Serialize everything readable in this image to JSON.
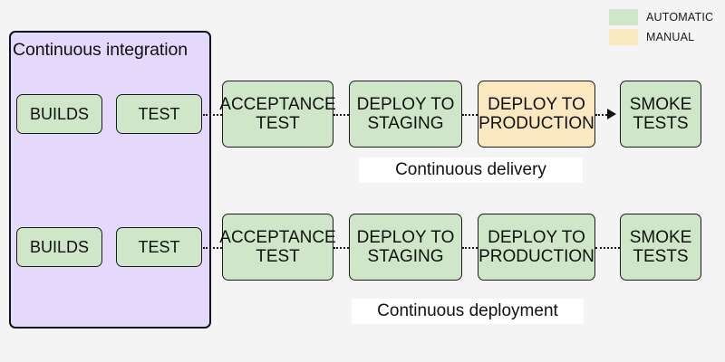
{
  "legend": {
    "items": [
      {
        "label": "AUTOMATIC",
        "color": "#cfe7c8",
        "swatch_name": "automatic-swatch"
      },
      {
        "label": "MANUAL",
        "color": "#fbe7c0",
        "swatch_name": "manual-swatch"
      }
    ]
  },
  "container": {
    "title": "Continuous integration",
    "fill": "#e5d9fb",
    "border": "#12121a"
  },
  "rows": [
    {
      "id": "continuous-delivery",
      "band_label": "Continuous delivery",
      "ci_stages": [
        {
          "label": "BUILDS",
          "type": "automatic"
        },
        {
          "label": "TEST",
          "type": "automatic"
        }
      ],
      "pipeline_stages": [
        {
          "label_line1": "ACCEPTANCE",
          "label_line2": "TEST",
          "type": "automatic"
        },
        {
          "label_line1": "DEPLOY TO",
          "label_line2": "STAGING",
          "type": "automatic"
        },
        {
          "label_line1": "DEPLOY TO",
          "label_line2": "PRODUCTION",
          "type": "manual"
        },
        {
          "label_line1": "SMOKE",
          "label_line2": "TESTS",
          "type": "automatic"
        }
      ],
      "final_connector": "arrow"
    },
    {
      "id": "continuous-deployment",
      "band_label": "Continuous deployment",
      "ci_stages": [
        {
          "label": "BUILDS",
          "type": "automatic"
        },
        {
          "label": "TEST",
          "type": "automatic"
        }
      ],
      "pipeline_stages": [
        {
          "label_line1": "ACCEPTANCE",
          "label_line2": "TEST",
          "type": "automatic"
        },
        {
          "label_line1": "DEPLOY TO",
          "label_line2": "STAGING",
          "type": "automatic"
        },
        {
          "label_line1": "DEPLOY TO",
          "label_line2": "PRODUCTION",
          "type": "automatic"
        },
        {
          "label_line1": "SMOKE",
          "label_line2": "TESTS",
          "type": "automatic"
        }
      ],
      "final_connector": "dotted"
    }
  ],
  "colors": {
    "background": "#f4f4f4",
    "automatic": "#cfe7c8",
    "manual": "#fbe7c0",
    "container": "#e5d9fb",
    "stroke": "#1b1b1b",
    "band_bg": "#ffffff"
  }
}
